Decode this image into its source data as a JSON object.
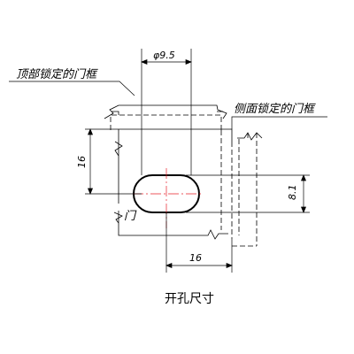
{
  "labels": {
    "top_locked_frame": "顶部锁定的门框",
    "side_locked_frame": "侧面锁定的门框",
    "door": "门",
    "caption": "开孔尺寸"
  },
  "dimensions": {
    "hole_diameter": "φ9.5",
    "hole_flat_width": "8.1",
    "vertical_offset": "16",
    "horizontal_offset": "16"
  },
  "colors": {
    "line": "#000000",
    "centerline": "#e8202a"
  }
}
